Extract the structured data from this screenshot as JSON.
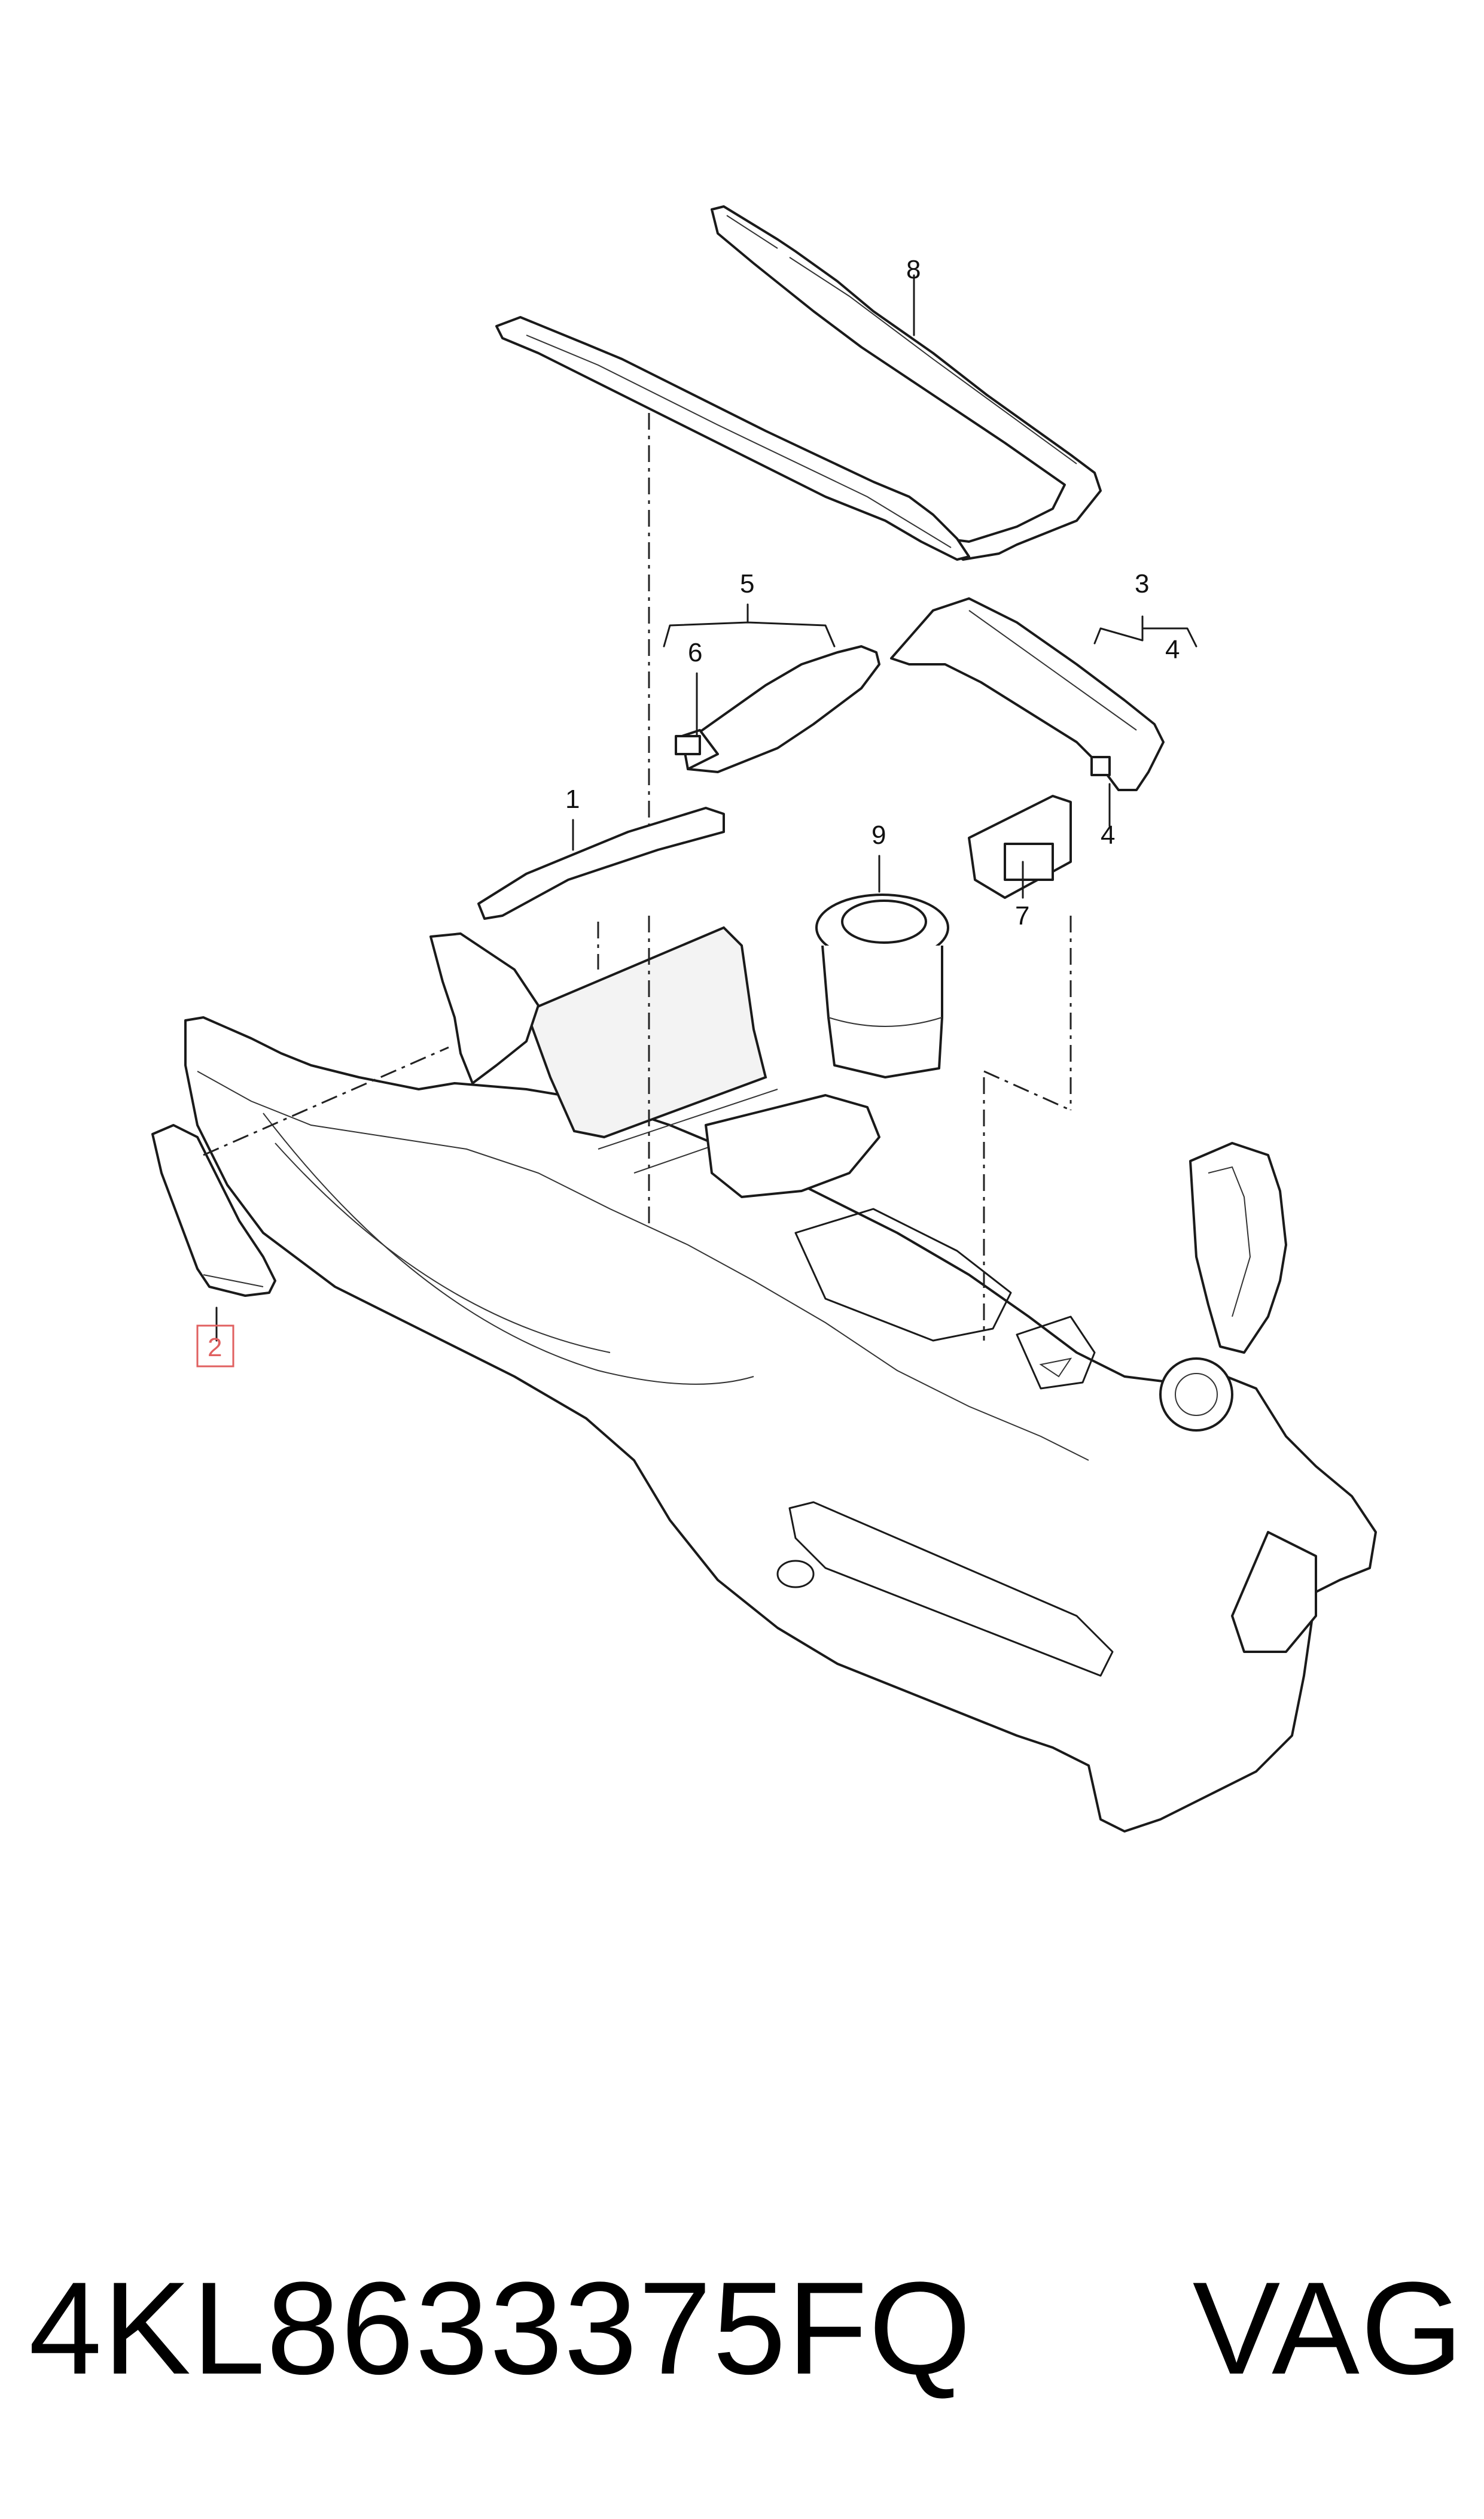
{
  "diagram": {
    "callouts": {
      "c1": "1",
      "c2": "2",
      "c3": "3",
      "c4a": "4",
      "c4b": "4",
      "c5": "5",
      "c6": "6",
      "c7": "7",
      "c8": "8",
      "c9": "9"
    },
    "highlighted_callout": "2",
    "highlight_color": "#e06060"
  },
  "caption": {
    "part_number": "4KL8633375FQ",
    "brand": "VAG"
  }
}
